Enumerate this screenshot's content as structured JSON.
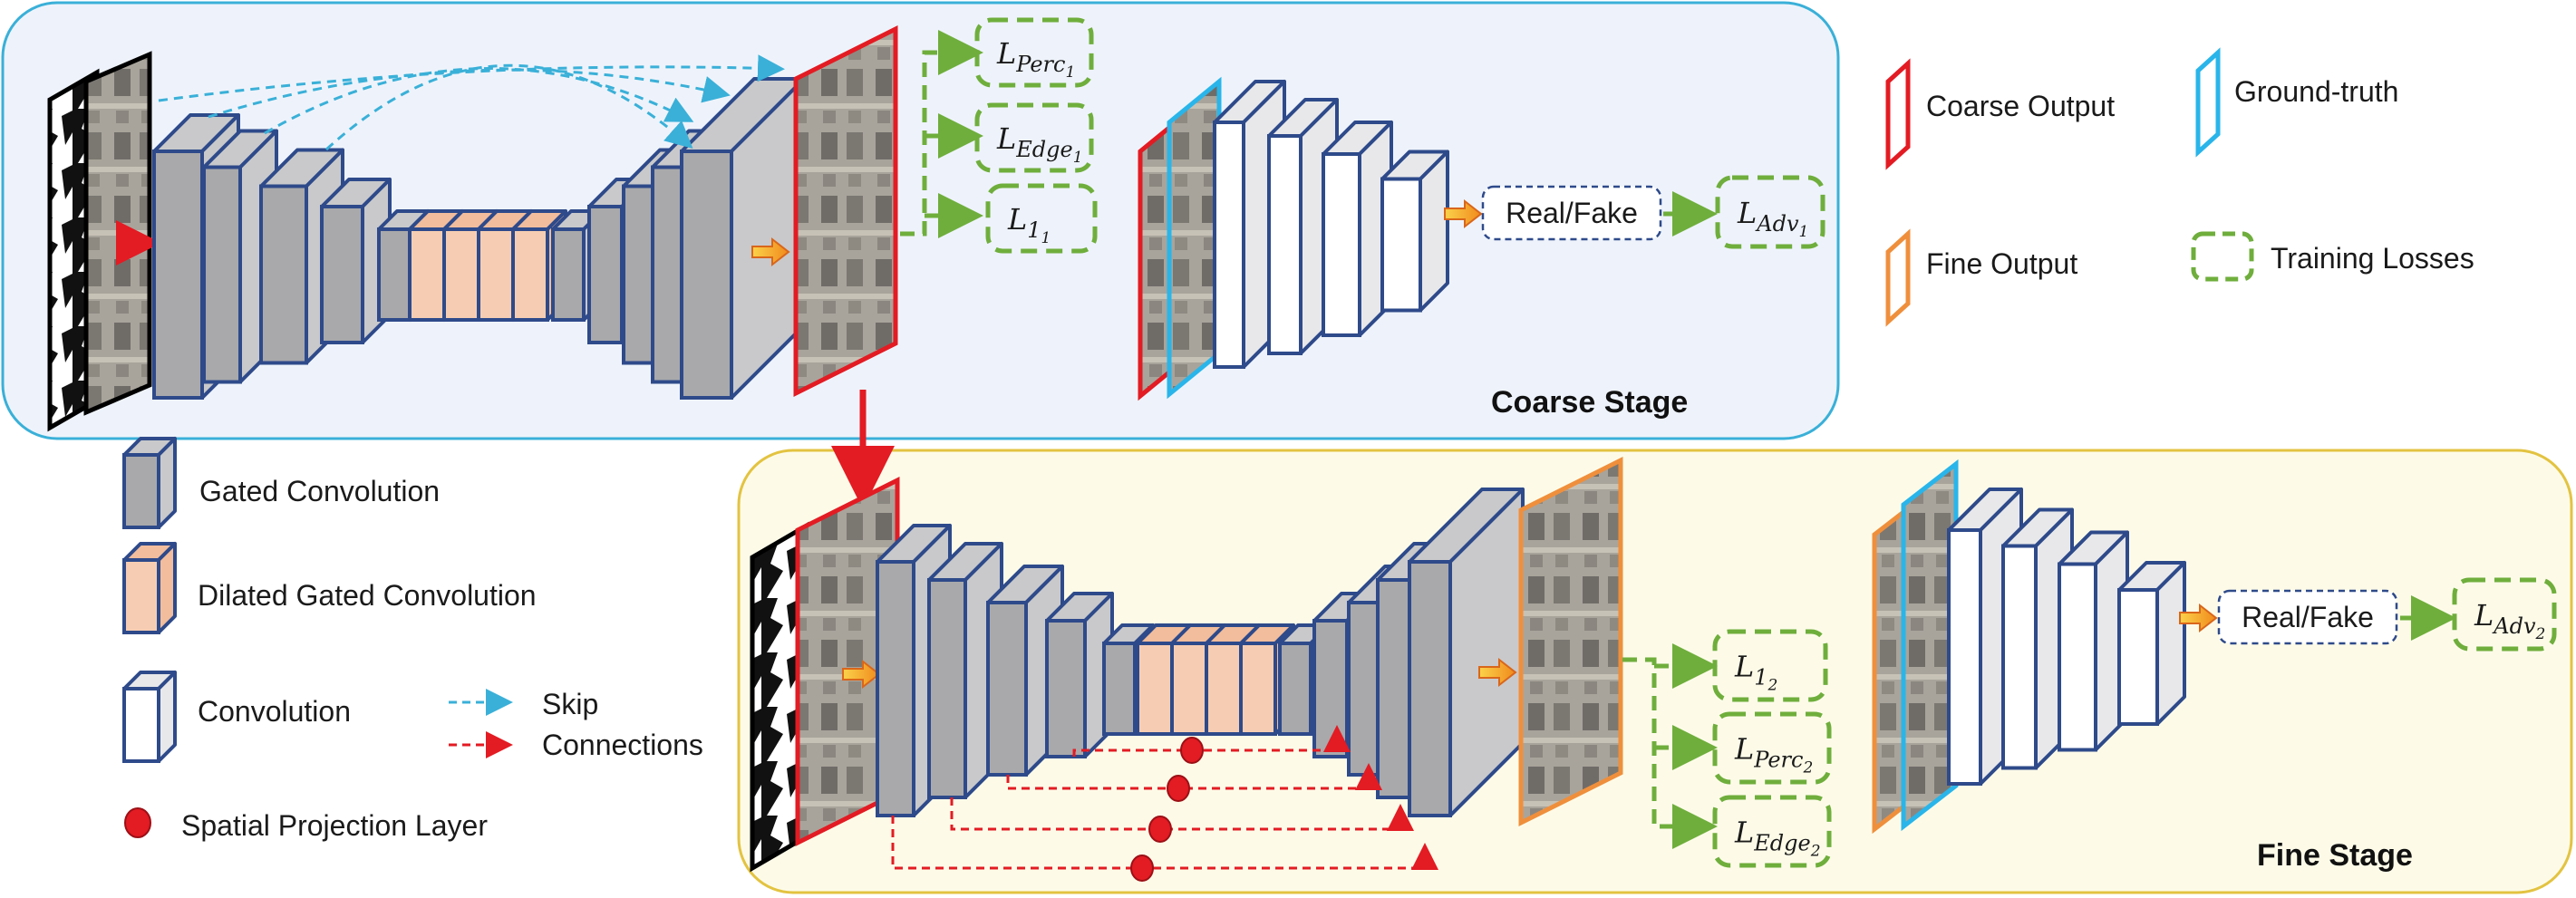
{
  "colors": {
    "coarse_bg": "#eef3fb",
    "coarse_border": "#3ab0d8",
    "fine_bg": "#fdfbe8",
    "fine_border": "#e3c341",
    "gated_fill": "#a9a9ab",
    "dilated_fill": "#f6cdb2",
    "conv_fill": "#ffffff",
    "block_edge": "#2e4a8a",
    "coarse_output": "#e31b23",
    "ground_truth": "#29b5ea",
    "fine_output": "#ef8f3c",
    "training_loss": "#6fae3c",
    "skip": "#3ab0d8",
    "connection": "#e31b23"
  },
  "legend": {
    "gated_convolution": "Gated Convolution",
    "dilated_gated_convolution": "Dilated Gated Convolution",
    "convolution": "Convolution",
    "skip": "Skip",
    "connections": "Connections",
    "spatial_projection_layer": "Spatial Projection Layer",
    "coarse_output": "Coarse Output",
    "ground_truth": "Ground-truth",
    "fine_output": "Fine Output",
    "training_losses": "Training Losses"
  },
  "coarse_stage": {
    "title": "Coarse Stage",
    "discriminator_output": "Real/Fake",
    "losses": {
      "perc": {
        "base": "L",
        "sub": "Perc",
        "subsub": "1"
      },
      "edge": {
        "base": "L",
        "sub": "Edge",
        "subsub": "1"
      },
      "l1": {
        "base": "L",
        "sub": "1",
        "subsub": "1"
      },
      "adv": {
        "base": "L",
        "sub": "Adv",
        "subsub": "1"
      }
    }
  },
  "fine_stage": {
    "title": "Fine Stage",
    "discriminator_output": "Real/Fake",
    "losses": {
      "l1": {
        "base": "L",
        "sub": "1",
        "subsub": "2"
      },
      "perc": {
        "base": "L",
        "sub": "Perc",
        "subsub": "2"
      },
      "edge": {
        "base": "L",
        "sub": "Edge",
        "subsub": "2"
      },
      "adv": {
        "base": "L",
        "sub": "Adv",
        "subsub": "2"
      }
    }
  }
}
